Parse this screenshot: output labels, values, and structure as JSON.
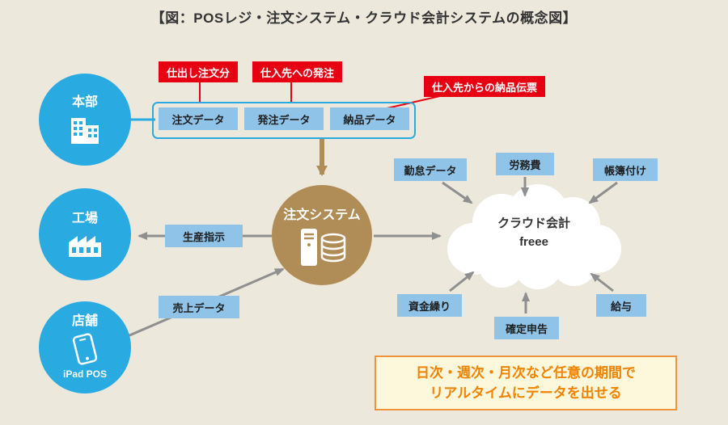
{
  "title": "【図：POSレジ・注文システム・クラウド会計システムの概念図】",
  "colors": {
    "background": "#EDE8DC",
    "node_blue": "#29ABE2",
    "box_light_blue": "#8FC3E8",
    "label_red": "#E60012",
    "order_brown": "#B08D57",
    "arrow_gray": "#8F8F8F",
    "note_border_orange": "#F0943C",
    "note_text_orange": "#F08300",
    "note_bg": "#FDF7DB",
    "cloud_white": "#FFFFFF",
    "text_dark": "#333333"
  },
  "nodes": {
    "headquarters": {
      "label": "本部"
    },
    "factory": {
      "label": "工場"
    },
    "store": {
      "label": "店舗",
      "sublabel": "iPad POS"
    },
    "order_system": {
      "label": "注文システム"
    },
    "cloud": {
      "line1": "クラウド会計",
      "line2": "freee"
    }
  },
  "red_labels": [
    "仕出し注文分",
    "仕入先への発注",
    "仕入先からの納品伝票"
  ],
  "data_boxes": [
    "注文データ",
    "発注データ",
    "納品データ"
  ],
  "flow": {
    "production": "生産指示",
    "sales": "売上データ"
  },
  "cloud_inputs": [
    "勤怠データ",
    "労務費",
    "帳簿付け",
    "資金繰り",
    "確定申告",
    "給与"
  ],
  "note": {
    "line1": "日次・週次・月次など任意の期間で",
    "line2": "リアルタイムにデータを出せる"
  }
}
